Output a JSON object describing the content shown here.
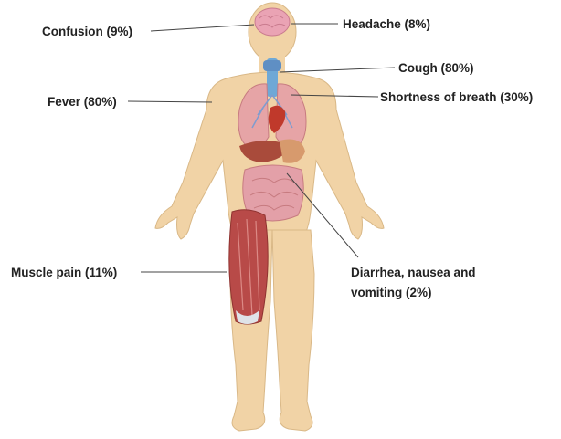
{
  "symptoms": {
    "confusion": "Confusion (9%)",
    "headache": "Headache (8%)",
    "cough": "Cough (80%)",
    "fever": "Fever (80%)",
    "shortness_of_breath": "Shortness of breath (30%)",
    "muscle_pain": "Muscle pain (11%)",
    "gastro_line1": "Diarrhea, nausea and",
    "gastro_line2": "vomiting (2%)"
  },
  "colors": {
    "skin": "#f1d3a6",
    "skin_outline": "#d9b887",
    "lungs": "#e6a4a6",
    "intestine": "#e3a0a8",
    "liver": "#a94b3b",
    "muscle": "#b84a48",
    "brain": "#eaa3b4",
    "trachea": "#6fa8d6",
    "leader_line": "#444444",
    "text": "#222222"
  }
}
